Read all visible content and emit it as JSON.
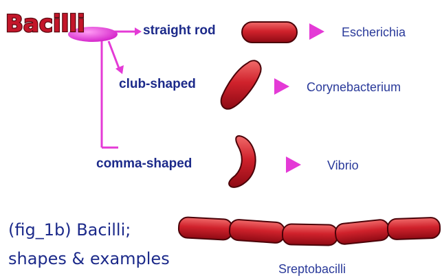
{
  "title": "Bacilli",
  "colors": {
    "accent_magenta": "#e43ad6",
    "bacteria_red": "#c81e28",
    "text_blue": "#1c2a8a"
  },
  "rows": [
    {
      "shape_label": "straight rod",
      "example": "Escherichia"
    },
    {
      "shape_label": "club-shaped",
      "example": "Corynebacterium"
    },
    {
      "shape_label": "comma-shaped",
      "example": "Vibrio"
    }
  ],
  "caption": {
    "line1": "(fig_1b) Bacilli;",
    "line2": "shapes & examples"
  },
  "chain_label": "Sreptobacilli"
}
